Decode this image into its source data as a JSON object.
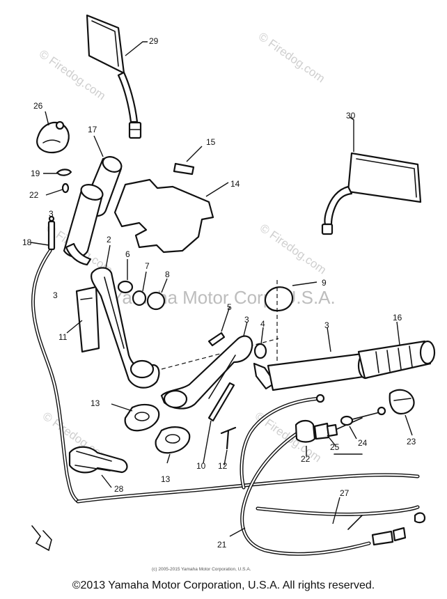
{
  "watermarks": {
    "site": "© Firedog.com",
    "center": "Yamaha Motor Corp. U.S.A."
  },
  "callouts": [
    "29",
    "26",
    "17",
    "30",
    "15",
    "19",
    "22",
    "14",
    "3",
    "18",
    "2",
    "6",
    "7",
    "8",
    "9",
    "11",
    "5",
    "4",
    "16",
    "13",
    "23",
    "25",
    "24",
    "10",
    "12",
    "28",
    "27",
    "21"
  ],
  "image_credit": "(c) 2005-2015 Yamaha Motor Corporation, U.S.A.",
  "copyright": "©2013 Yamaha Motor Corporation, U.S.A. All rights reserved."
}
